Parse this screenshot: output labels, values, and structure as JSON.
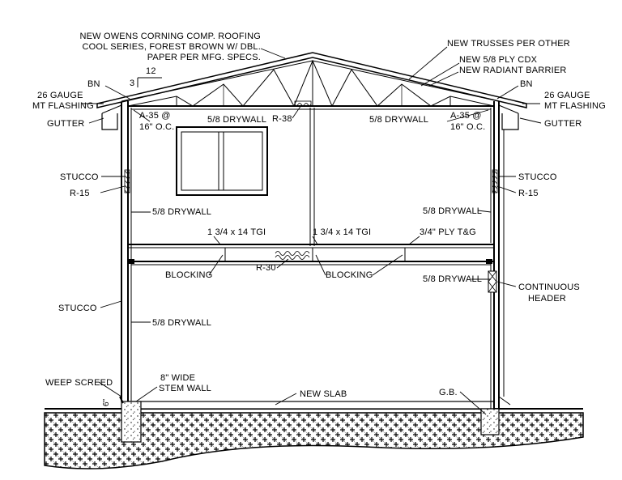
{
  "labels": {
    "roofing": [
      "NEW OWENS CORNING COMP. ROOFING",
      "COOL SERIES, FOREST BROWN W/ DBL.",
      "PAPER PER MFG. SPECS."
    ],
    "trusses": "NEW TRUSSES PER OTHER",
    "ply_cdx": "NEW 5/8 PLY CDX",
    "radiant_barrier": "NEW RADIANT BARRIER",
    "bn_left": "BN",
    "bn_right": "BN",
    "pitch_run": "12",
    "pitch_rise": "3",
    "flashing_left": [
      "26 GAUGE",
      "MT FLASHING"
    ],
    "flashing_right": [
      "26 GAUGE",
      "MT FLASHING"
    ],
    "gutter_left": "GUTTER",
    "gutter_right": "GUTTER",
    "a35_left": [
      "A-35 @",
      "16\" O.C."
    ],
    "a35_right": [
      "A-35 @",
      "16\" O.C."
    ],
    "drywall_ceiling_left": "5/8 DRYWALL",
    "drywall_ceiling_right": "5/8 DRYWALL",
    "r38": "R-38",
    "stucco_upper_left": "STUCCO",
    "stucco_upper_right": "STUCCO",
    "r15_left": "R-15",
    "r15_right": "R-15",
    "drywall_upper_left": "5/8 DRYWALL",
    "drywall_upper_right": "5/8 DRYWALL",
    "tgi_left": "1 3/4 x 14 TGI",
    "tgi_right": "1 3/4 x 14 TGI",
    "ply_tg": "3/4\" PLY T&G",
    "blocking_left": "BLOCKING",
    "blocking_right": "BLOCKING",
    "r30": "R-30",
    "drywall_lower_right": "5/8 DRYWALL",
    "continuous_header": [
      "CONTINUOUS",
      "HEADER"
    ],
    "stucco_lower_left": "STUCCO",
    "drywall_lower_left": "5/8 DRYWALL",
    "weep_screed": "WEEP SCREED",
    "stem_wall": [
      "8\" WIDE",
      "STEM WALL"
    ],
    "new_slab": "NEW SLAB",
    "gb": "G.B.",
    "dim_6": "6\""
  }
}
